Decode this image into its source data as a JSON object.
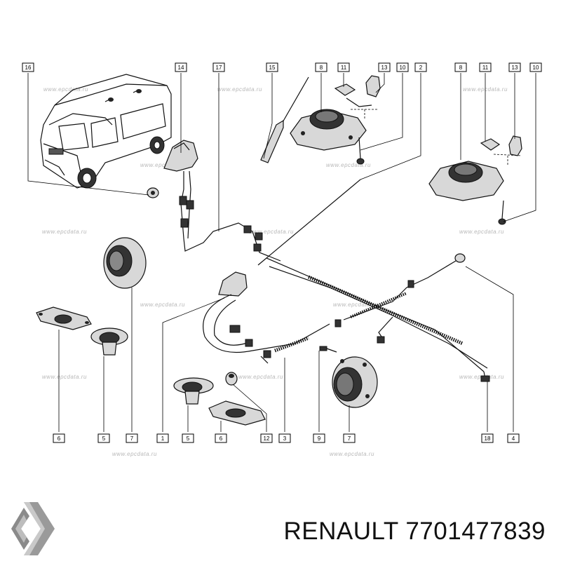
{
  "callouts": [
    {
      "id": "c16",
      "text": "16"
    },
    {
      "id": "c14",
      "text": "14"
    },
    {
      "id": "c17",
      "text": "17"
    },
    {
      "id": "c15",
      "text": "15"
    },
    {
      "id": "c8a",
      "text": "8"
    },
    {
      "id": "c11a",
      "text": "11"
    },
    {
      "id": "c13a",
      "text": "13"
    },
    {
      "id": "c10a",
      "text": "10"
    },
    {
      "id": "c2",
      "text": "2"
    },
    {
      "id": "c8b",
      "text": "8"
    },
    {
      "id": "c11b",
      "text": "11"
    },
    {
      "id": "c13b",
      "text": "13"
    },
    {
      "id": "c10b",
      "text": "10"
    },
    {
      "id": "b6a",
      "text": "6"
    },
    {
      "id": "b5a",
      "text": "5"
    },
    {
      "id": "b7a",
      "text": "7"
    },
    {
      "id": "b1",
      "text": "1"
    },
    {
      "id": "b5b",
      "text": "5"
    },
    {
      "id": "b6b",
      "text": "6"
    },
    {
      "id": "b12",
      "text": "12"
    },
    {
      "id": "b3",
      "text": "3"
    },
    {
      "id": "b9",
      "text": "9"
    },
    {
      "id": "b7b",
      "text": "7"
    },
    {
      "id": "b18",
      "text": "18"
    },
    {
      "id": "b4",
      "text": "4"
    }
  ],
  "watermark": "www.epcdata.ru",
  "brand": "RENAULT",
  "part_number": "7701477839",
  "footer_text": "RENAULT 7701477839",
  "logo_icon": "renault-diamond-icon"
}
